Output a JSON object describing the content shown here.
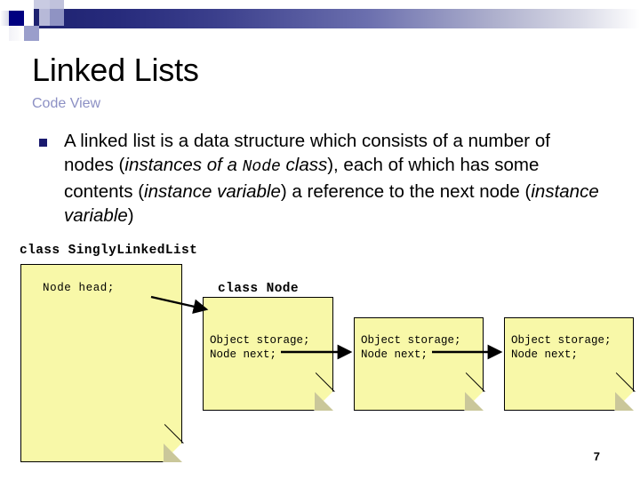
{
  "slide": {
    "title": "Linked Lists",
    "subtitle": "Code View",
    "page_number": "7",
    "accent_dark": "#000080",
    "accent_light": "#8c90c4",
    "note_fill": "#f8f8a8",
    "note_fold": "#cac79a"
  },
  "bullet": {
    "marker": "square-bullet",
    "part1": "A linked list is a data structure which consists of a number of nodes (",
    "em1": "instances of a ",
    "mono1": "Node",
    "em2": " class",
    "part2": "), each of which has some contents (",
    "em3": "instance variable",
    "part3": ") a reference to the next node (",
    "em4": "instance variable",
    "part4": ")"
  },
  "diagram": {
    "list_class_caption": "class SinglyLinkedList",
    "node_class_caption": "class Node",
    "notes": [
      {
        "id": "note1",
        "lines": "Node head;"
      },
      {
        "id": "note2",
        "lines": "Object storage;\nNode next;"
      },
      {
        "id": "note3",
        "lines": "Object storage;\nNode next;"
      },
      {
        "id": "note4",
        "lines": "Object storage;\nNode next;"
      }
    ],
    "arrows": [
      {
        "name": "head-to-node1"
      },
      {
        "name": "node1-to-node2"
      },
      {
        "name": "node2-to-node3"
      }
    ]
  }
}
